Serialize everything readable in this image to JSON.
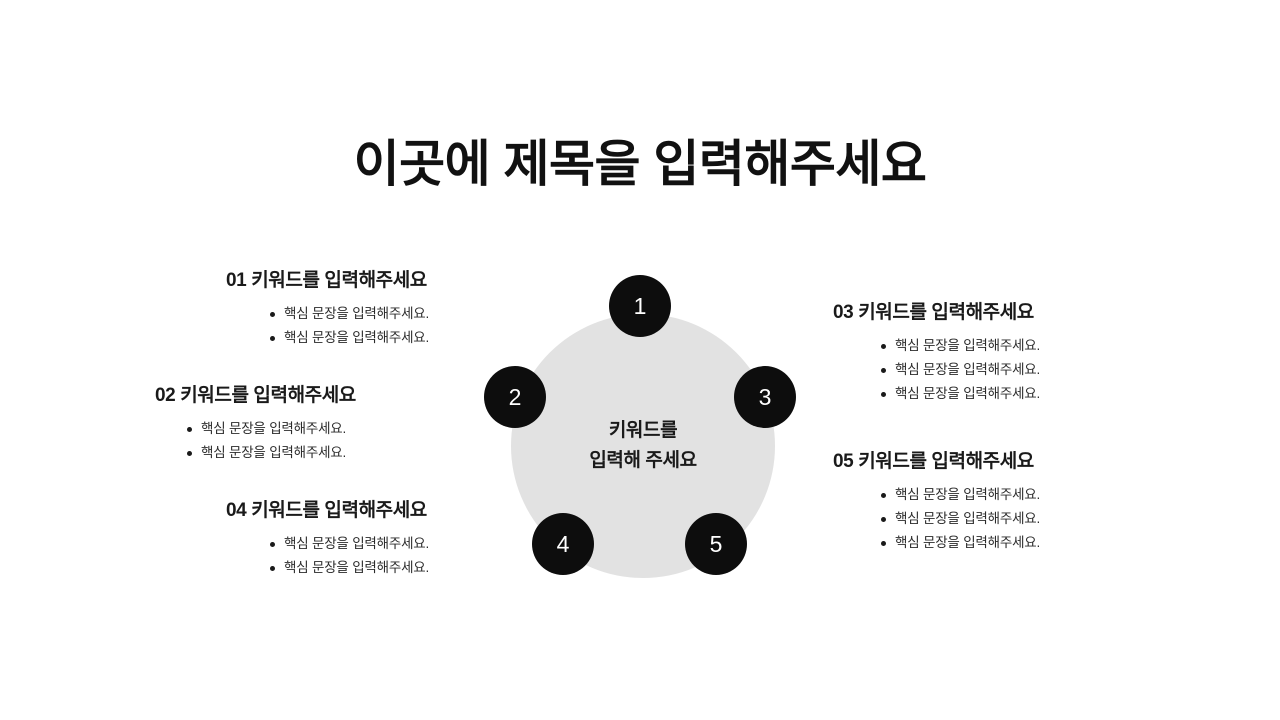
{
  "slide": {
    "title": "이곳에 제목을 입력해주세요",
    "background_color": "#ffffff",
    "accent_color": "#0d0d0d",
    "hub_color": "#e2e2e2"
  },
  "hub": {
    "line1": "키워드를",
    "line2": "입력해 주세요",
    "nodes": [
      {
        "number": "1"
      },
      {
        "number": "2"
      },
      {
        "number": "3"
      },
      {
        "number": "4"
      },
      {
        "number": "5"
      }
    ]
  },
  "blocks": [
    {
      "id": "01",
      "title": "01 키워드를 입력해주세요",
      "bullets": [
        "핵심 문장을 입력해주세요.",
        "핵심 문장을 입력해주세요."
      ]
    },
    {
      "id": "02",
      "title": "02 키워드를 입력해주세요",
      "bullets": [
        "핵심 문장을 입력해주세요.",
        "핵심 문장을 입력해주세요."
      ]
    },
    {
      "id": "03",
      "title": "03 키워드를 입력해주세요",
      "bullets": [
        "핵심 문장을 입력해주세요.",
        "핵심 문장을 입력해주세요.",
        "핵심 문장을 입력해주세요."
      ]
    },
    {
      "id": "04",
      "title": "04 키워드를 입력해주세요",
      "bullets": [
        "핵심 문장을 입력해주세요.",
        "핵심 문장을 입력해주세요."
      ]
    },
    {
      "id": "05",
      "title": "05 키워드를 입력해주세요",
      "bullets": [
        "핵심 문장을 입력해주세요.",
        "핵심 문장을 입력해주세요.",
        "핵심 문장을 입력해주세요."
      ]
    }
  ]
}
